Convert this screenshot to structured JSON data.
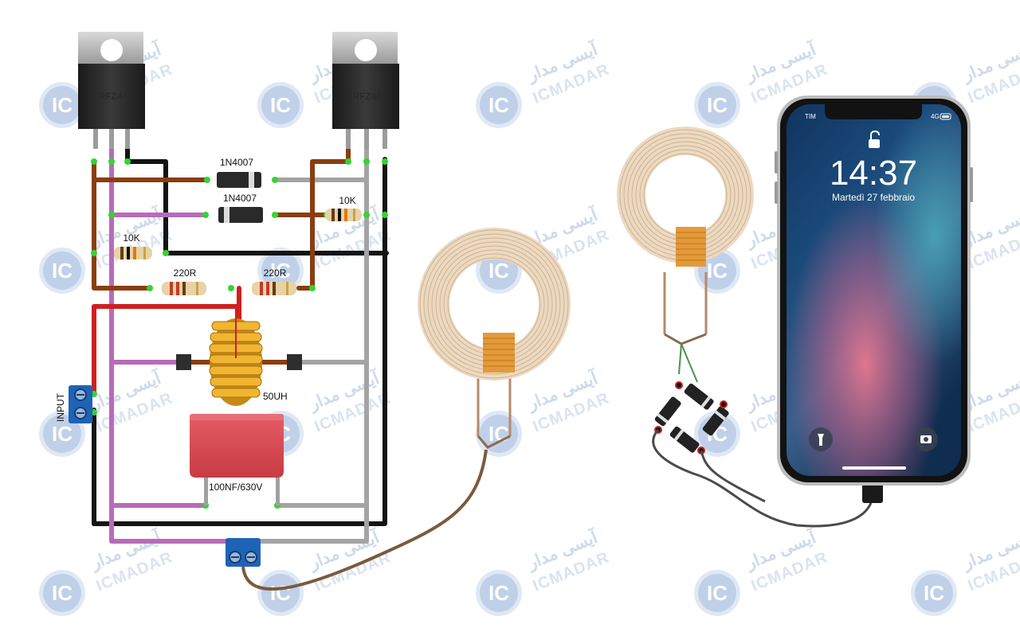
{
  "watermark": {
    "persian": "آیسی مدار",
    "latin": "ICMADAR",
    "badge": "IC"
  },
  "circuit": {
    "mosfet_left": "IRFZ44",
    "mosfet_right": "IRFZ44",
    "diode_top": "1N4007",
    "diode_mid": "1N4007",
    "res_right_10k": "10K",
    "res_left_10k": "10K",
    "res_220_left": "220R",
    "res_220_right": "220R",
    "inductor": "50UH",
    "capacitor": "100NF/630V",
    "input": "INPUT"
  },
  "phone": {
    "carrier": "TIM",
    "network": "4G",
    "time": "14:37",
    "date": "Martedì 27 febbraio"
  },
  "colors": {
    "brown": "#8a3d10",
    "purple": "#b86bb8",
    "gray": "#a4a4a4",
    "black": "#141414",
    "red": "#cf1f1f",
    "copper": "#e3a15a",
    "terminal": "#1f63b6"
  }
}
